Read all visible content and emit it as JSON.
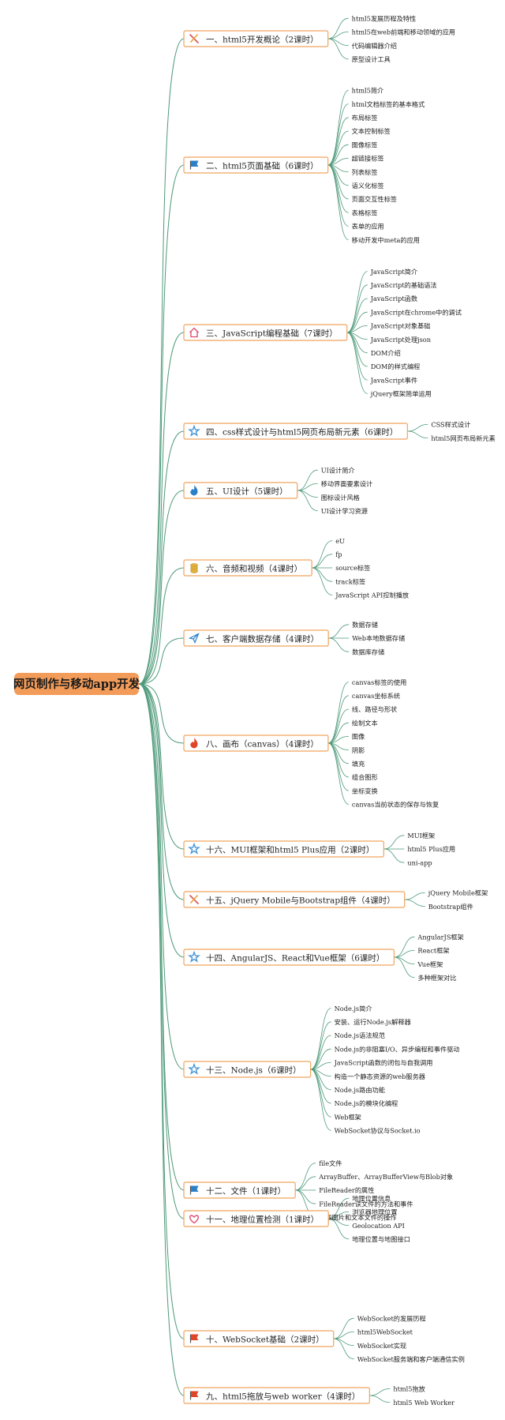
{
  "colors": {
    "line": "#4e9a7a",
    "box": "#f0a35e",
    "root_fill": "#f39c5a",
    "root_text": "#1a1a1a"
  },
  "root": {
    "label": "网页制作与移动app开发"
  },
  "branches": [
    {
      "icon": "tools-icon",
      "icon_color": "#d9534f",
      "label": "一、html5开发概论（2课时）",
      "items": [
        "html5发展历程及特性",
        "html5在web前端和移动领域的应用",
        "代码编辑器介绍",
        "原型设计工具"
      ]
    },
    {
      "icon": "flag-icon",
      "icon_color": "#2a7fc9",
      "label": "二、html5页面基础（6课时）",
      "items": [
        "html5简介",
        "html文档标签的基本格式",
        "布局标签",
        "文本控制标签",
        "图像标签",
        "超链接标签",
        "列表标签",
        "语义化标签",
        "页面交互性标签",
        "表格标签",
        "表单的应用",
        "移动开发中meta的应用"
      ]
    },
    {
      "icon": "home-icon",
      "icon_color": "#e0456a",
      "label": "三、JavaScript编程基础（7课时）",
      "items": [
        "JavaScript简介",
        "JavaScript的基础语法",
        "JavaScript函数",
        "JavaScript在chrome中的调试",
        "JavaScript对象基础",
        "JavaScript处理json",
        "DOM介绍",
        "DOM的样式编程",
        "JavaScript事件",
        "jQuery框架简单运用"
      ]
    },
    {
      "icon": "star-icon",
      "icon_color": "#3a8fd6",
      "label": "四、css样式设计与html5网页布局新元素（6课时）",
      "items": [
        "CSS样式设计",
        "html5网页布局新元素"
      ]
    },
    {
      "icon": "flame-icon",
      "icon_color": "#2a7fc9",
      "label": "五、UI设计（5课时）",
      "items": [
        "UI设计简介",
        "移动界面要素设计",
        "图标设计风格",
        "UI设计学习资源"
      ]
    },
    {
      "icon": "coins-icon",
      "icon_color": "#e3b23c",
      "label": "六、音频和视频（4课时）",
      "items": [
        "eU",
        "fp",
        "source标签",
        "track标签",
        "JavaScript API控制播放"
      ]
    },
    {
      "icon": "paper-plane-icon",
      "icon_color": "#2a7fc9",
      "label": "七、客户端数据存储（4课时）",
      "items": [
        "数据存储",
        "Web本地数据存储",
        "数据库存储"
      ]
    },
    {
      "icon": "flame-icon",
      "icon_color": "#e0452a",
      "label": "八、画布（canvas）（4课时）",
      "items": [
        "canvas标签的使用",
        "canvas坐标系统",
        "线、路径与形状",
        "绘制文本",
        "图像",
        "阴影",
        "填充",
        "组合图形",
        "坐标变换",
        "canvas当前状态的保存与恢复"
      ]
    },
    {
      "icon": "star-icon",
      "icon_color": "#3a8fd6",
      "label": "十六、MUI框架和html5 Plus应用（2课时）",
      "items": [
        "MUI框架",
        "html5 Plus应用",
        "uni-app"
      ]
    },
    {
      "icon": "tools-icon",
      "icon_color": "#d9534f",
      "label": "十五、jQuery Mobile与Bootstrap组件（4课时）",
      "items": [
        "jQuery Mobile框架",
        "Bootstrap组件"
      ]
    },
    {
      "icon": "star-icon",
      "icon_color": "#3a8fd6",
      "label": "十四、AngularJS、React和Vue框架（6课时）",
      "items": [
        "AngularJS框架",
        "React框架",
        "Vue框架",
        "多种框架对比"
      ]
    },
    {
      "icon": "star-icon",
      "icon_color": "#3a8fd6",
      "label": "十三、Node.js（6课时）",
      "items": [
        "Node.js简介",
        "安装、运行Node.js解释器",
        "Node.js语法规范",
        "Node.js的非阻塞I/O、异步编程和事件驱动",
        "JavaScript函数的闭包与自我调用",
        "构造一个静态资源的web服务器",
        "Node.js路由功能",
        "Node.js的模块化编程",
        "Web框架",
        "WebSocket协议与Socket.io"
      ]
    },
    {
      "icon": "flag-icon",
      "icon_color": "#2a7fc9",
      "label": "十二、文件（1课时）",
      "items": [
        "file文件",
        "ArrayBuffer、ArrayBufferView与Blob对象",
        "FileReader的属性",
        "FileReader读文件的方法和事件",
        "读取图片和文本文件的操作"
      ]
    },
    {
      "icon": "heart-icon",
      "icon_color": "#e0456a",
      "label": "十一、地理位置检测（1课时）",
      "items": [
        "地理位置信息",
        "浏览器地理位置",
        "Geolocation API",
        "地理位置与地图接口"
      ]
    },
    {
      "icon": "flag-icon",
      "icon_color": "#e0452a",
      "label": "十、WebSocket基础（2课时）",
      "items": [
        "WebSocket的发展历程",
        "html5WebSocket",
        "WebSocket实现",
        "WebSocket服务端和客户端通信实例"
      ]
    },
    {
      "icon": "flag-icon",
      "icon_color": "#e0452a",
      "label": "九、html5拖放与web worker（4课时）",
      "items": [
        "html5拖放",
        "html5 Web Worker"
      ]
    }
  ]
}
